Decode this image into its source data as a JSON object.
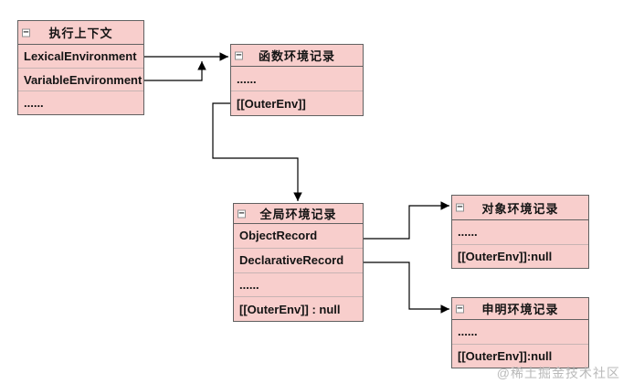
{
  "diagram": {
    "type": "environment-record-diagram",
    "colors": {
      "node_fill": "#f8cecc",
      "node_border": "#616161",
      "row_divider": "#c7b4b3",
      "arrow": "#000000",
      "text": "#141414",
      "watermark": "#b9b9b9"
    },
    "collapse_glyph": "−",
    "nodes": [
      {
        "id": "execution-context",
        "title": "执行上下文",
        "rows": [
          "LexicalEnvironment",
          "VariableEnvironment",
          "......"
        ]
      },
      {
        "id": "function-env-record",
        "title": "函数环境记录",
        "rows": [
          "......",
          "[[OuterEnv]]"
        ]
      },
      {
        "id": "global-env-record",
        "title": "全局环境记录",
        "rows": [
          "ObjectRecord",
          "DeclarativeRecord",
          "......",
          "[[OuterEnv]] : null"
        ]
      },
      {
        "id": "object-env-record",
        "title": "对象环境记录",
        "rows": [
          "......",
          "[[OuterEnv]]:null"
        ]
      },
      {
        "id": "declaration-env-record",
        "title": "申明环境记录",
        "rows": [
          "......",
          "[[OuterEnv]]:null"
        ]
      }
    ],
    "edges": [
      {
        "from": "执行上下文.LexicalEnvironment",
        "to": "函数环境记录"
      },
      {
        "from": "执行上下文.VariableEnvironment",
        "to": "函数环境记录"
      },
      {
        "from": "函数环境记录.[[OuterEnv]]",
        "to": "全局环境记录"
      },
      {
        "from": "全局环境记录.ObjectRecord",
        "to": "对象环境记录"
      },
      {
        "from": "全局环境记录.DeclarativeRecord",
        "to": "申明环境记录"
      }
    ],
    "watermark": "@稀土掘金技术社区"
  }
}
